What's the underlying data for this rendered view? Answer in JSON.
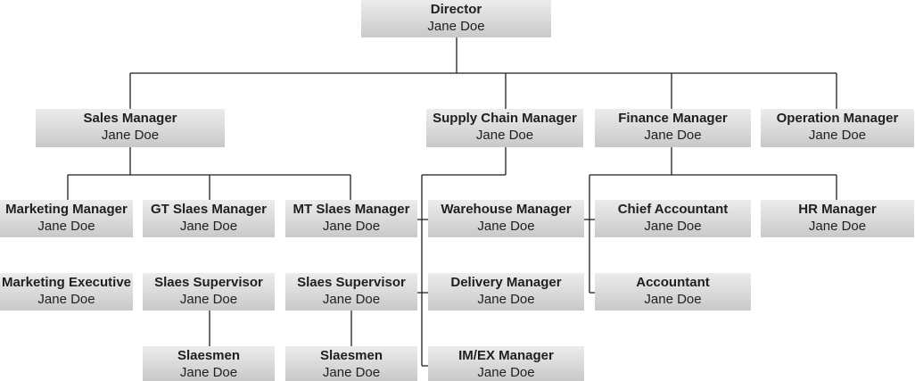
{
  "nodes": {
    "director": {
      "title": "Director",
      "name": "Jane Doe"
    },
    "sales_manager": {
      "title": "Sales Manager",
      "name": "Jane Doe"
    },
    "supply_chain_manager": {
      "title": "Supply Chain Manager",
      "name": "Jane Doe"
    },
    "finance_manager": {
      "title": "Finance Manager",
      "name": "Jane Doe"
    },
    "operation_manager": {
      "title": "Operation Manager",
      "name": "Jane Doe"
    },
    "marketing_manager": {
      "title": "Marketing Manager",
      "name": "Jane Doe"
    },
    "gt_sales_manager": {
      "title": "GT Slaes Manager",
      "name": "Jane Doe"
    },
    "mt_sales_manager": {
      "title": "MT Slaes Manager",
      "name": "Jane Doe"
    },
    "warehouse_manager": {
      "title": "Warehouse Manager",
      "name": "Jane Doe"
    },
    "chief_accountant": {
      "title": "Chief Accountant",
      "name": "Jane Doe"
    },
    "hr_manager": {
      "title": "HR Manager",
      "name": "Jane Doe"
    },
    "marketing_executive": {
      "title": "Marketing Executive",
      "name": "Jane Doe"
    },
    "gt_sales_supervisor": {
      "title": "Slaes Supervisor",
      "name": "Jane Doe"
    },
    "mt_sales_supervisor": {
      "title": "Slaes Supervisor",
      "name": "Jane Doe"
    },
    "delivery_manager": {
      "title": "Delivery Manager",
      "name": "Jane Doe"
    },
    "accountant": {
      "title": "Accountant",
      "name": "Jane Doe"
    },
    "gt_salesmen": {
      "title": "Slaesmen",
      "name": "Jane Doe"
    },
    "mt_salesmen": {
      "title": "Slaesmen",
      "name": "Jane Doe"
    },
    "imex_manager": {
      "title": "IM/EX Manager",
      "name": "Jane Doe"
    }
  }
}
